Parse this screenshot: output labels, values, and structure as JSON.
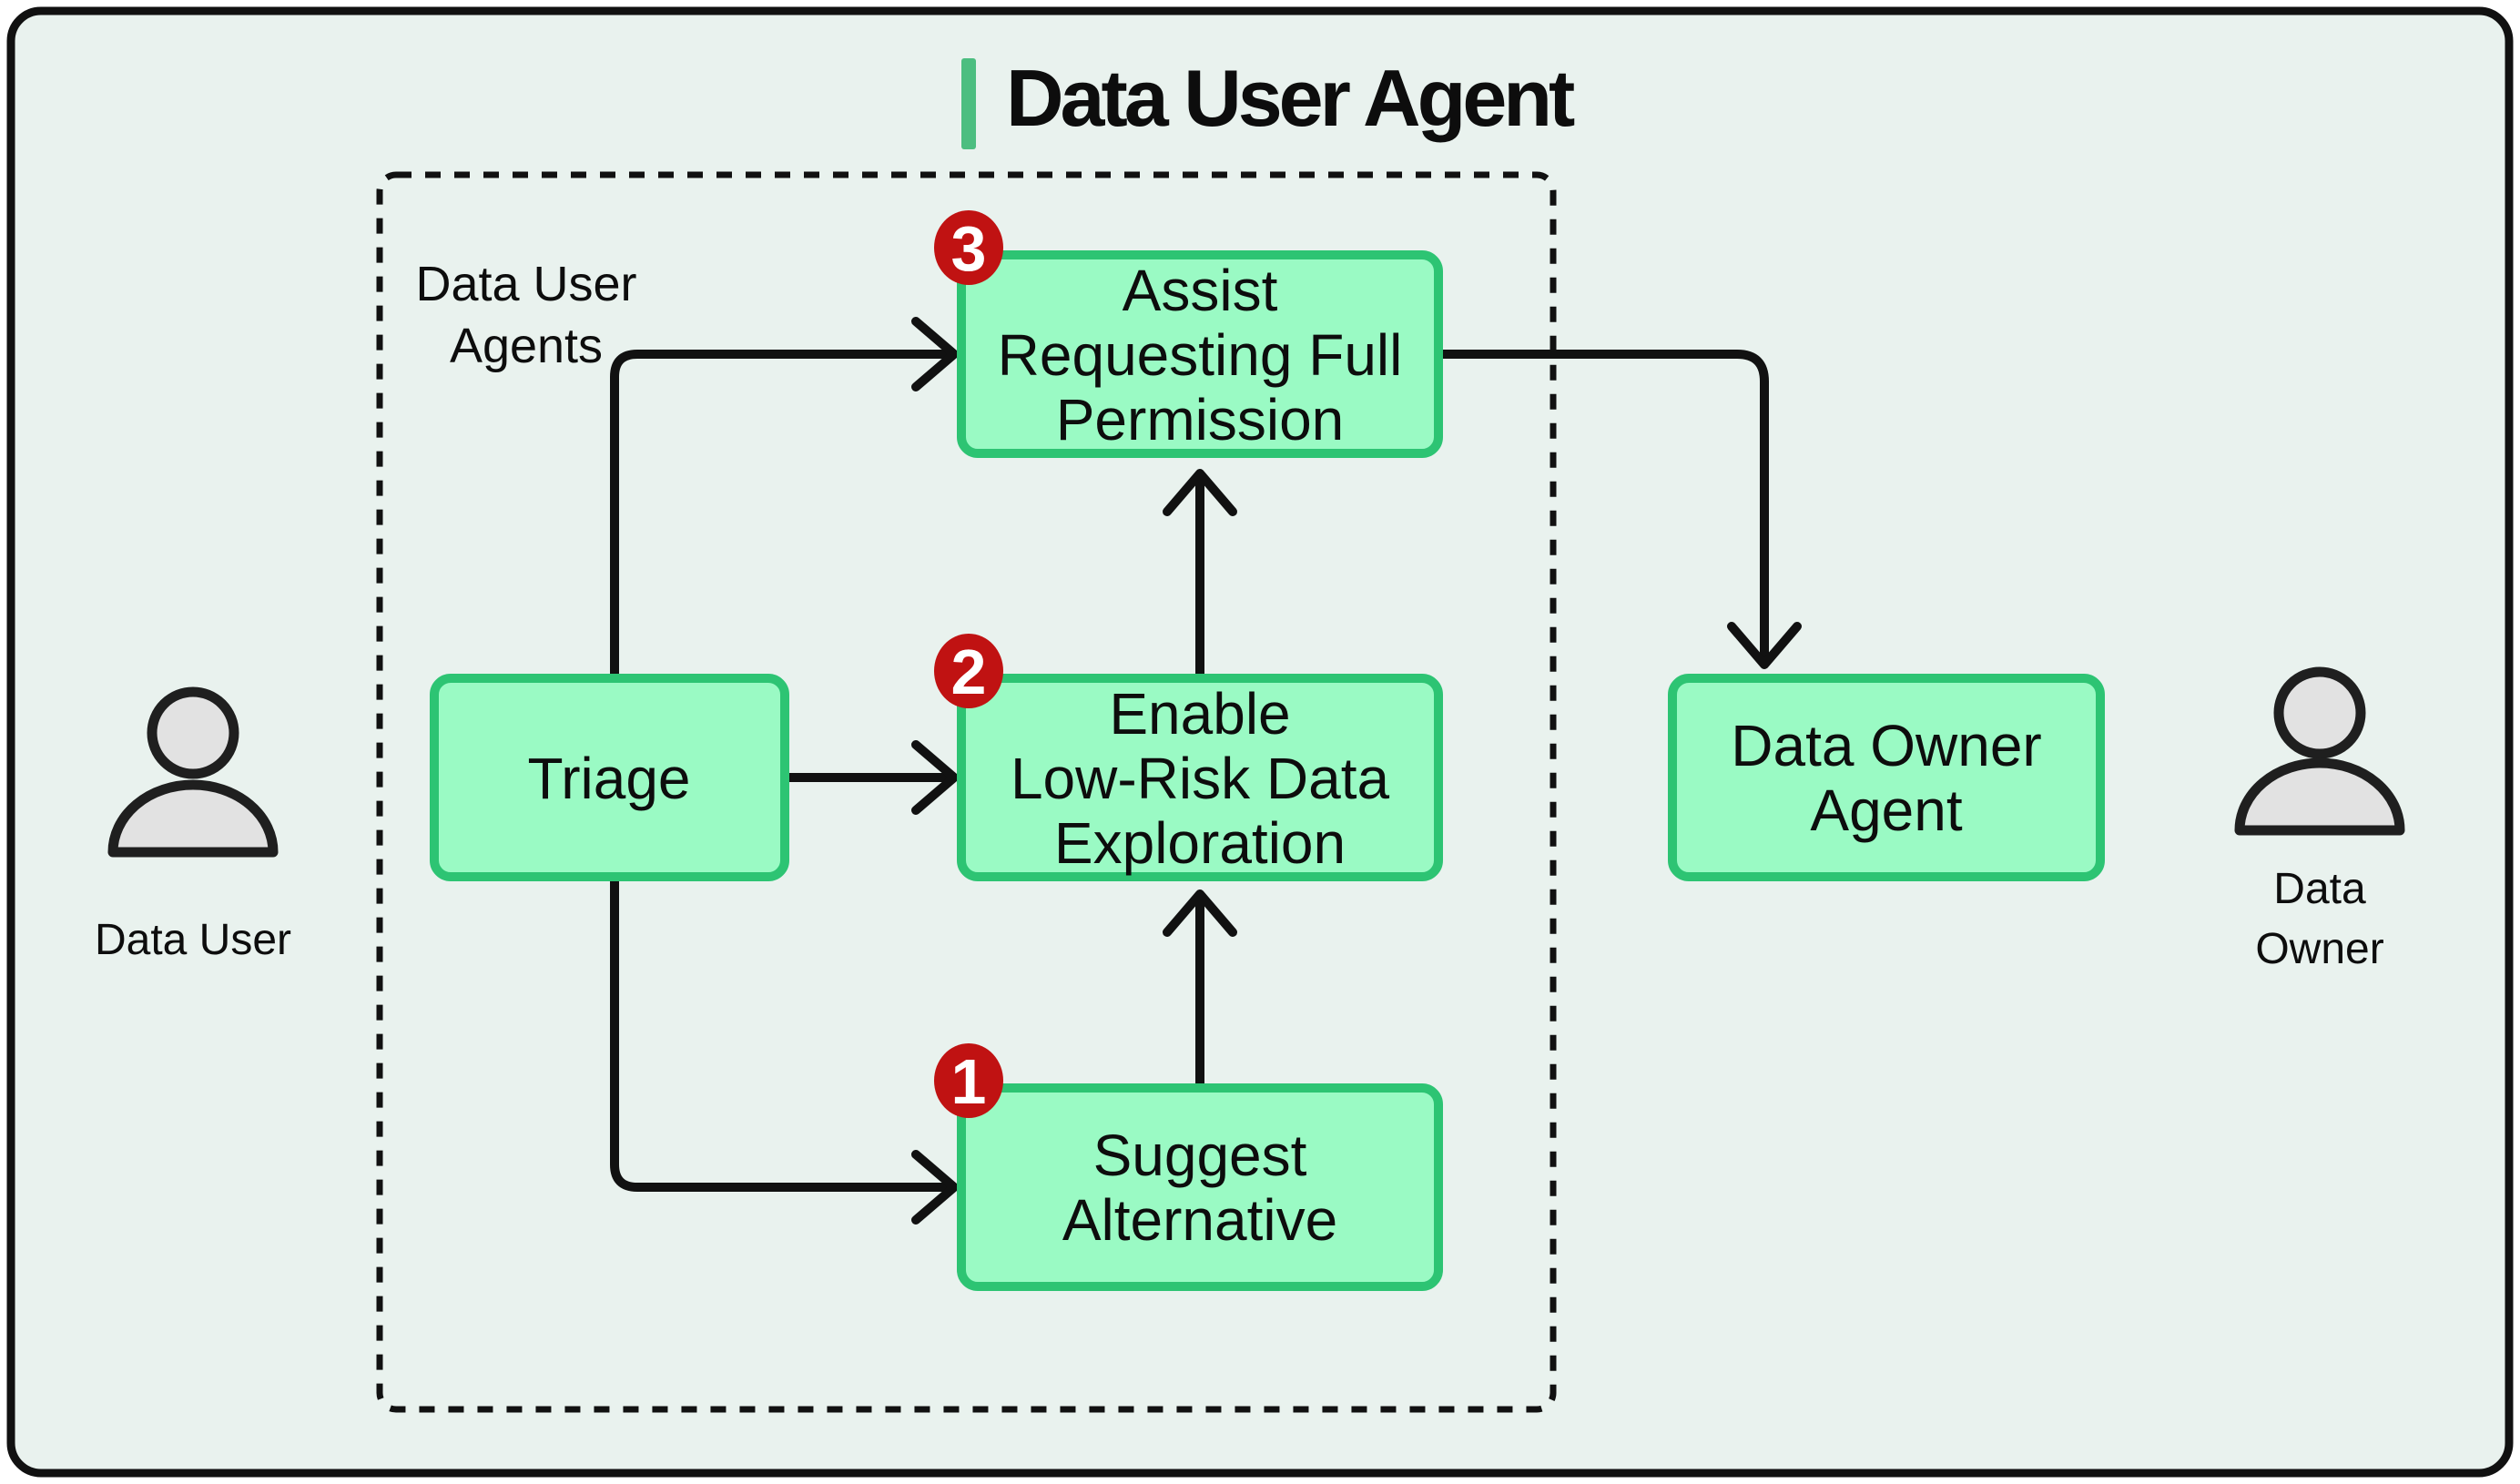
{
  "colors": {
    "canvas": "#E9F2EE",
    "outline": "#111111",
    "text": "#0D0D0D",
    "node_fill": "#9AFAC4",
    "node_border": "#2DC473",
    "badge": "#C01212",
    "accent_bar": "#4CBE80",
    "icon_fill": "#E2E2E2"
  },
  "title": {
    "text": "Data User Agent"
  },
  "cluster": {
    "label": [
      "Data User",
      "Agents"
    ]
  },
  "nodes": {
    "triage": {
      "label": "Triage"
    },
    "suggest": {
      "badge": "1",
      "lines": [
        "Suggest",
        "Alternative"
      ]
    },
    "enable": {
      "badge": "2",
      "lines": [
        "Enable",
        "Low-Risk Data",
        "Exploration"
      ]
    },
    "assist": {
      "badge": "3",
      "lines": [
        "Assist",
        "Requesting Full",
        "Permission"
      ]
    },
    "owner_agent": {
      "lines": [
        "Data Owner",
        "Agent"
      ]
    }
  },
  "actors": {
    "data_user": {
      "icon": "person-icon",
      "label": [
        "Data User"
      ]
    },
    "data_owner": {
      "icon": "person-icon",
      "label": [
        "Data",
        "Owner"
      ]
    }
  },
  "edges": [
    {
      "from": "triage",
      "to": "assist"
    },
    {
      "from": "triage",
      "to": "enable"
    },
    {
      "from": "triage",
      "to": "suggest"
    },
    {
      "from": "suggest",
      "to": "enable"
    },
    {
      "from": "enable",
      "to": "assist"
    },
    {
      "from": "assist",
      "to": "owner_agent"
    }
  ]
}
